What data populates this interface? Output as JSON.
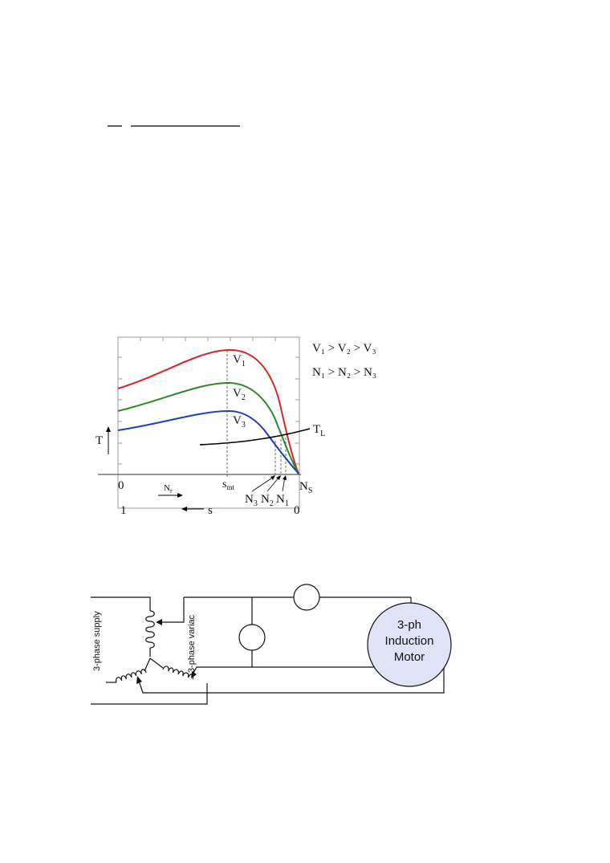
{
  "header": {
    "rule_colors": "#000000"
  },
  "torque_chart": {
    "legend_voltage": "V₁ > V₂ > V₃",
    "legend_speed": "N₁ > N₂ > N₃",
    "curves": [
      {
        "label": "V",
        "sub": "1",
        "color": "#d62728"
      },
      {
        "label": "V",
        "sub": "2",
        "color": "#2a8a2a"
      },
      {
        "label": "V",
        "sub": "3",
        "color": "#1f3fbf"
      }
    ],
    "load_curve": {
      "label": "T",
      "sub": "L",
      "color": "#000000"
    },
    "y_axis_label": "T",
    "x_speed_origin": "0",
    "x_speed_label": "N",
    "x_speed_sub": "r",
    "x_slip_origin": "1",
    "x_slip_label": "s",
    "x_slip_end": "0",
    "smt_label": "s",
    "smt_sub": "mt",
    "sync_label": "N",
    "sync_sub": "S",
    "op_points": [
      {
        "label": "N",
        "sub": "3"
      },
      {
        "label": "N",
        "sub": "2"
      },
      {
        "label": "N",
        "sub": "1"
      }
    ]
  },
  "circuit": {
    "supply_label": "3-phase supply",
    "variac_label": "3-phase variac",
    "motor_line1": "3-ph",
    "motor_line2": "Induction",
    "motor_line3": "Motor",
    "motor_fill": "#dfe3f5",
    "meter_top_label": "",
    "meter_mid_label": ""
  }
}
